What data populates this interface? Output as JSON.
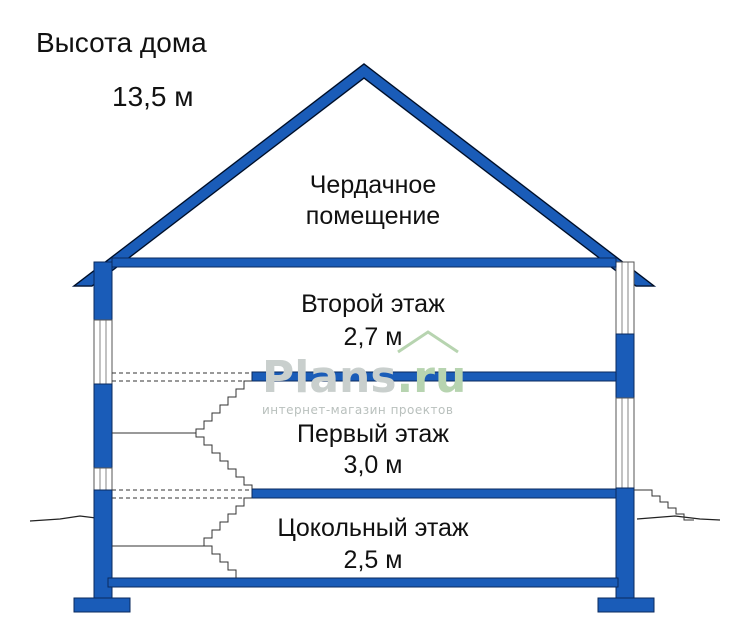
{
  "header": {
    "title": "Высота дома",
    "height_value": "13,5 м"
  },
  "rooms": {
    "attic": {
      "line1": "Чердачное",
      "line2": "помещение"
    },
    "second_floor": {
      "name": "Второй этаж",
      "height": "2,7 м"
    },
    "first_floor": {
      "name": "Первый этаж",
      "height": "3,0 м"
    },
    "basement": {
      "name": "Цокольный этаж",
      "height": "2,5 м"
    }
  },
  "watermark": {
    "brand_main": "Plans",
    "brand_tld": ".ru",
    "tagline": "интернет-магазин проектов"
  },
  "colors": {
    "wall": "#1a5cb8",
    "outline": "#0a2a5e",
    "text": "#111111",
    "watermark": "#c9cfcd",
    "watermark_accent": "#b7d4b0"
  }
}
